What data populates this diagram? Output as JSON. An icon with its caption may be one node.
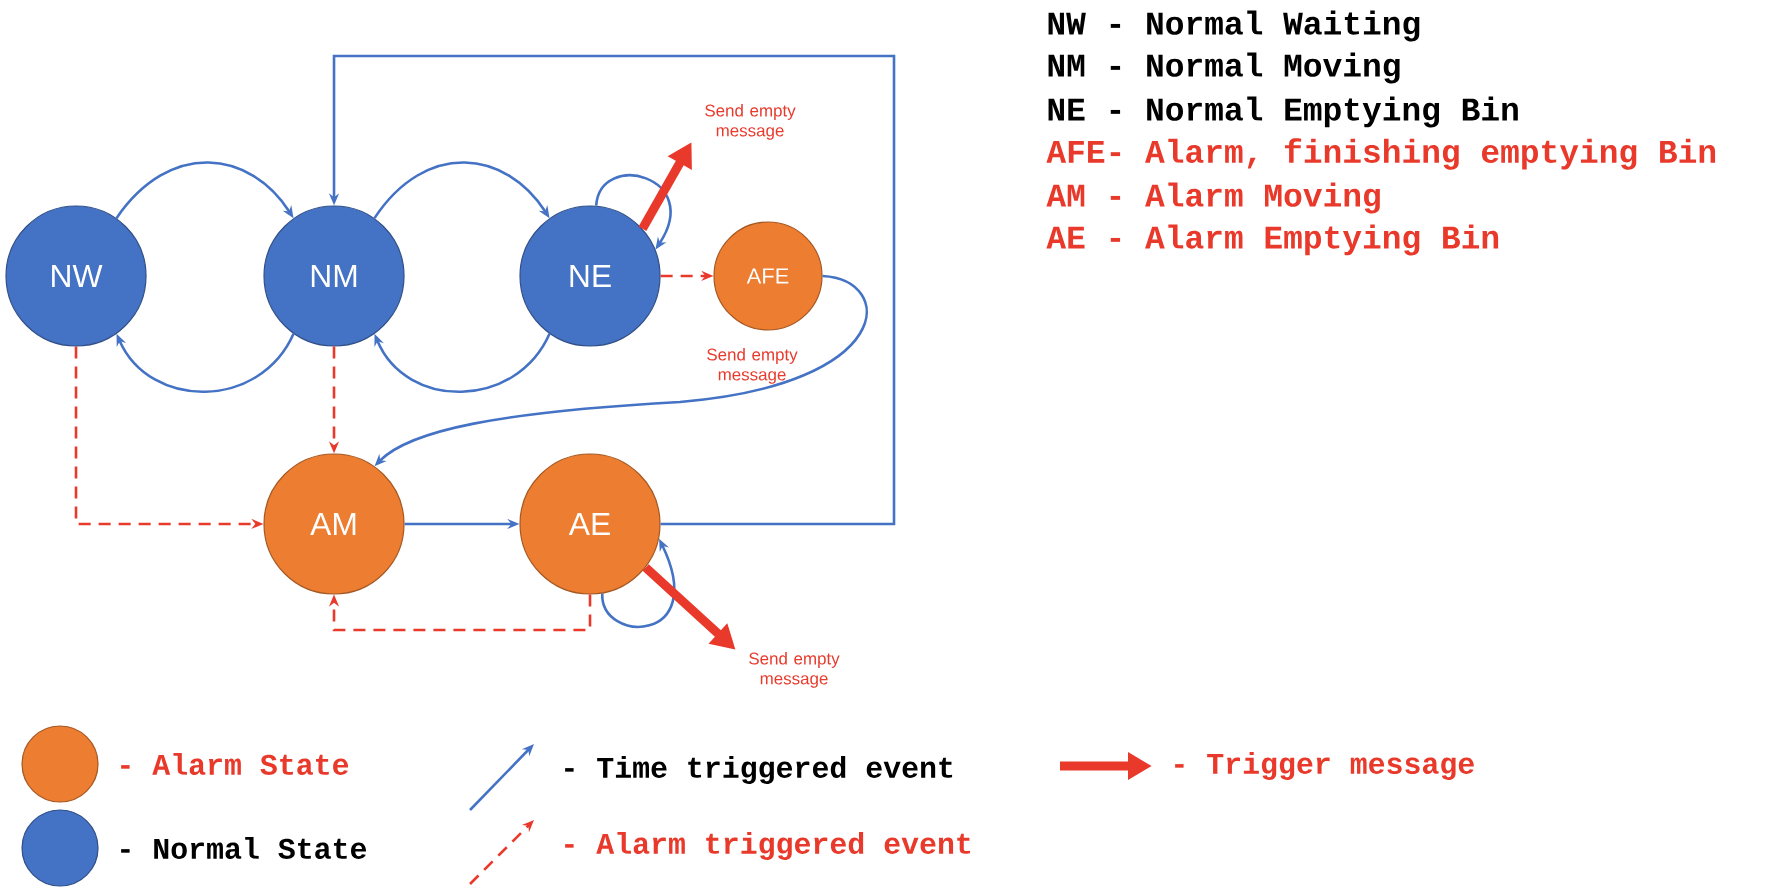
{
  "diagram": {
    "nodes": [
      {
        "text": [
          "NW"
        ]
      },
      {
        "text": [
          "NM"
        ]
      },
      {
        "text": [
          "NE"
        ]
      },
      {
        "text": [
          "AFE"
        ],
        "beside": [
          "Send empty message"
        ]
      },
      {
        "text": [
          "AM"
        ]
      },
      {
        "text": [
          "AE"
        ]
      },
      {
        "text": [
          "Send empty message"
        ]
      },
      {
        "text": [
          "Send empty message"
        ]
      }
    ],
    "edges": [
      {
        "from": 0,
        "to": 1,
        "arrow": "to"
      },
      {
        "from": 1,
        "to": 0,
        "arrow": "to"
      },
      {
        "from": 1,
        "to": 2,
        "arrow": "to"
      },
      {
        "from": 2,
        "to": 1,
        "arrow": "to"
      },
      {
        "from": 2,
        "to": 2,
        "arrow": "to"
      },
      {
        "from": 2,
        "to": 6,
        "arrow": "to",
        "style": "thick",
        "color": "#e8392b"
      },
      {
        "from": 2,
        "to": 3,
        "arrow": "to",
        "style": "dashed",
        "color": "#e8392b"
      },
      {
        "from": 3,
        "to": 4,
        "arrow": "to"
      },
      {
        "from": 1,
        "to": 4,
        "arrow": "to",
        "style": "dashed",
        "color": "#e8392b"
      },
      {
        "from": 0,
        "to": 4,
        "arrow": "to",
        "style": "dashed",
        "color": "#e8392b"
      },
      {
        "from": 4,
        "to": 5,
        "arrow": "to"
      },
      {
        "from": 5,
        "to": 1,
        "arrow": "to"
      },
      {
        "from": 5,
        "to": 4,
        "arrow": "to",
        "style": "dashed",
        "color": "#e8392b"
      },
      {
        "from": 5,
        "to": 5,
        "arrow": "to"
      },
      {
        "from": 5,
        "to": 7,
        "arrow": "to",
        "style": "thick",
        "color": "#e8392b"
      }
    ],
    "labels": [
      "NW - Normal Waiting",
      "NM - Normal Moving",
      "NE - Normal Emptying Bin",
      "AFE- Alarm, finishing emptying Bin",
      "AM - Alarm Moving",
      "AE - Alarm Emptying Bin"
    ],
    "legend": [
      {
        "text": "- Alarm State",
        "color": "#ed7d31"
      },
      {
        "text": "- Time triggered event"
      },
      {
        "text": "- Trigger message"
      },
      {
        "text": "- Normal State",
        "color": "#4472c4"
      },
      {
        "text": "- Alarm triggered event"
      }
    ]
  }
}
